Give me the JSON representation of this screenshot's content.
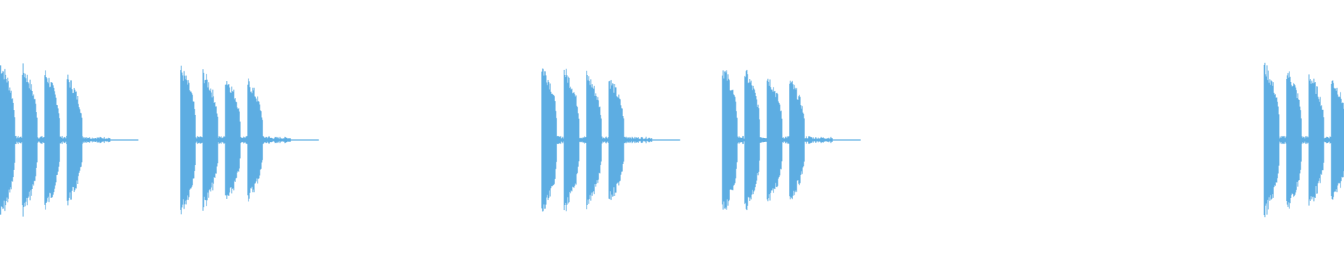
{
  "waveform": {
    "color": "#5dade2",
    "background": "#ffffff",
    "bursts": [
      {
        "start_s": 0.0,
        "pulses": 4,
        "peak": 0.95,
        "tail": true
      },
      {
        "start_s": 2.58,
        "pulses": 4,
        "peak": 0.88,
        "tail": true
      },
      {
        "start_s": 7.74,
        "pulses": 4,
        "peak": 0.92,
        "tail": true
      },
      {
        "start_s": 10.32,
        "pulses": 4,
        "peak": 0.9,
        "tail": true
      },
      {
        "start_s": 18.06,
        "pulses": 4,
        "peak": 0.92,
        "tail": false
      }
    ],
    "duration_s": 19.2
  }
}
